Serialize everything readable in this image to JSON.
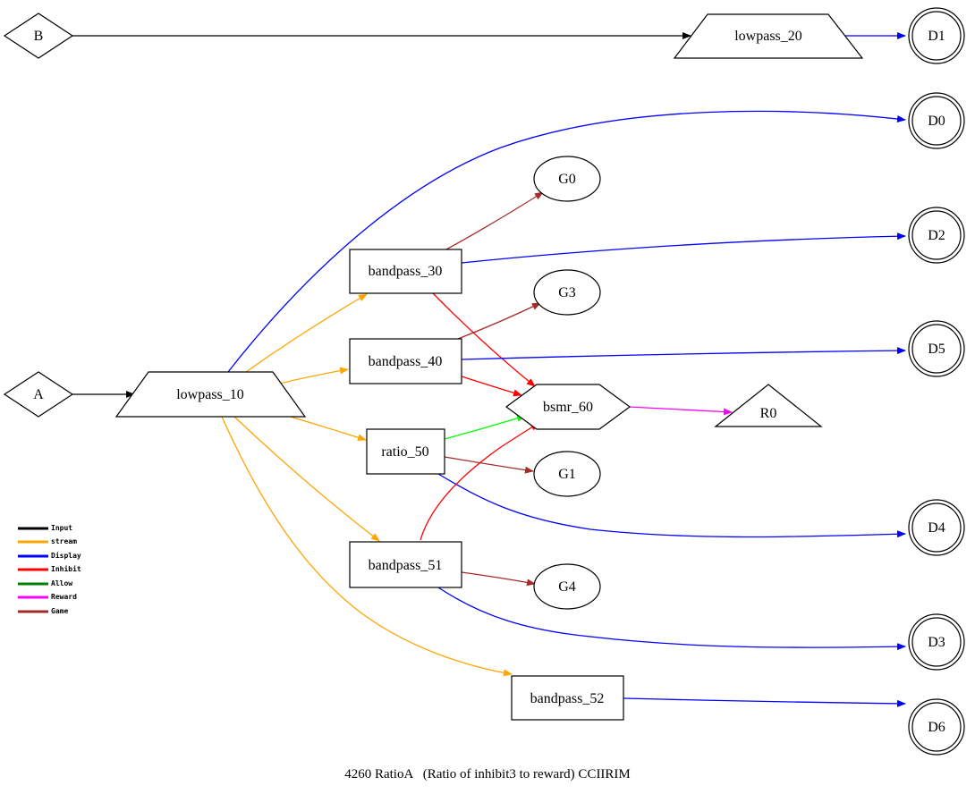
{
  "caption": "4260 RatioA   (Ratio of inhibit3 to reward) CCIIRIM",
  "colors": {
    "input": "#000000",
    "stream": "#ffa500",
    "display": "#0000ff",
    "inhibit": "#ff0000",
    "allow": "#00ff00",
    "legend_allow": "#008000",
    "reward": "#ff00ff",
    "game": "#a52a2a"
  },
  "legend": [
    {
      "label": "Input",
      "color": "#000000"
    },
    {
      "label": "stream",
      "color": "#ffa500"
    },
    {
      "label": "Display",
      "color": "#0000ff"
    },
    {
      "label": "Inhibit",
      "color": "#ff0000"
    },
    {
      "label": "Allow",
      "color": "#008000"
    },
    {
      "label": "Reward",
      "color": "#ff00ff"
    },
    {
      "label": "Game",
      "color": "#a52a2a"
    }
  ],
  "nodes": {
    "B": "B",
    "A": "A",
    "lowpass_20": "lowpass_20",
    "lowpass_10": "lowpass_10",
    "bandpass_30": "bandpass_30",
    "bandpass_40": "bandpass_40",
    "ratio_50": "ratio_50",
    "bandpass_51": "bandpass_51",
    "bandpass_52": "bandpass_52",
    "bsmr_60": "bsmr_60",
    "R0": "R0",
    "G0": "G0",
    "G1": "G1",
    "G3": "G3",
    "G4": "G4",
    "D0": "D0",
    "D1": "D1",
    "D2": "D2",
    "D3": "D3",
    "D4": "D4",
    "D5": "D5",
    "D6": "D6"
  },
  "edges": [
    {
      "from": "B",
      "to": "lowpass_20",
      "type": "input"
    },
    {
      "from": "lowpass_20",
      "to": "D1",
      "type": "display"
    },
    {
      "from": "A",
      "to": "lowpass_10",
      "type": "input"
    },
    {
      "from": "lowpass_10",
      "to": "D0",
      "type": "display"
    },
    {
      "from": "lowpass_10",
      "to": "bandpass_30",
      "type": "stream"
    },
    {
      "from": "lowpass_10",
      "to": "bandpass_40",
      "type": "stream"
    },
    {
      "from": "lowpass_10",
      "to": "ratio_50",
      "type": "stream"
    },
    {
      "from": "lowpass_10",
      "to": "bandpass_51",
      "type": "stream"
    },
    {
      "from": "lowpass_10",
      "to": "bandpass_52",
      "type": "stream"
    },
    {
      "from": "bandpass_30",
      "to": "G0",
      "type": "game"
    },
    {
      "from": "bandpass_30",
      "to": "D2",
      "type": "display"
    },
    {
      "from": "bandpass_30",
      "to": "bsmr_60",
      "type": "inhibit"
    },
    {
      "from": "bandpass_40",
      "to": "G3",
      "type": "game"
    },
    {
      "from": "bandpass_40",
      "to": "D5",
      "type": "display"
    },
    {
      "from": "bandpass_40",
      "to": "bsmr_60",
      "type": "inhibit"
    },
    {
      "from": "ratio_50",
      "to": "bsmr_60",
      "type": "allow"
    },
    {
      "from": "ratio_50",
      "to": "G1",
      "type": "game"
    },
    {
      "from": "ratio_50",
      "to": "D4",
      "type": "display"
    },
    {
      "from": "bandpass_51",
      "to": "bsmr_60",
      "type": "inhibit"
    },
    {
      "from": "bandpass_51",
      "to": "G4",
      "type": "game"
    },
    {
      "from": "bandpass_51",
      "to": "D3",
      "type": "display"
    },
    {
      "from": "bandpass_52",
      "to": "D6",
      "type": "display"
    },
    {
      "from": "bsmr_60",
      "to": "R0",
      "type": "reward"
    }
  ]
}
